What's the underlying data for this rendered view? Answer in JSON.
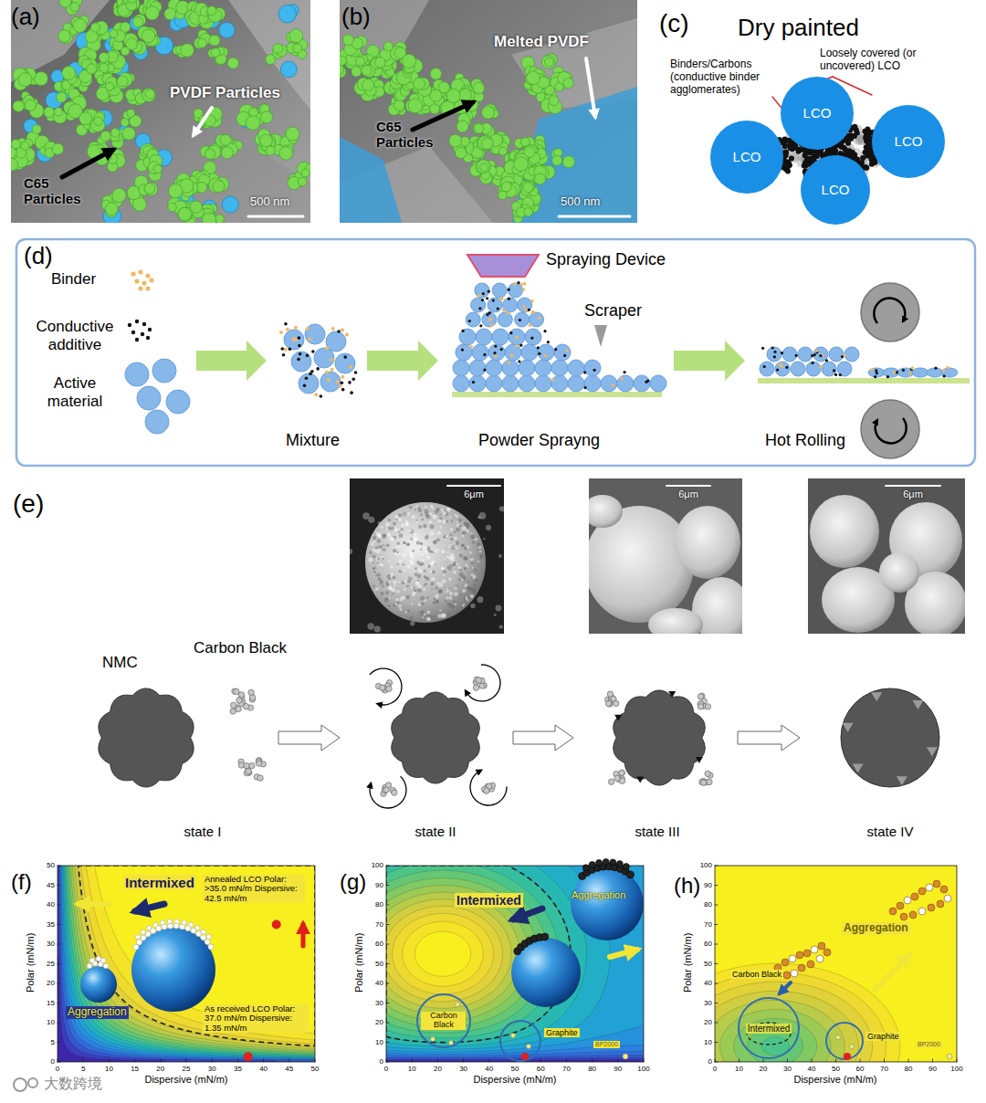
{
  "diagram": {
    "nodes": [
      {
        "text": [
          "LCO"
        ]
      },
      {
        "text": [
          "LCO"
        ]
      },
      {
        "text": [
          "LCO"
        ]
      },
      {
        "text": [
          "LCO"
        ]
      },
      {
        "text": [
          "Carbon Black"
        ]
      },
      {
        "text": [
          "Intermixed"
        ]
      }
    ],
    "labels": [
      "(a)",
      "PVDF Particles",
      "C65 Particles",
      "500 nm",
      "(b)",
      "Melted PVDF",
      "C65 Particles",
      "500 nm",
      "(c)",
      "Dry painted",
      "Binders/Carbons (conductive binder agglomerates)",
      "Loosely covered (or uncovered) LCO",
      "(d)",
      "Binder",
      "Conductive additive",
      "Active material",
      "Mixture",
      "Spraying Device",
      "Scraper",
      "Powder Sprayng",
      "Hot Rolling",
      "(e)",
      "6μm",
      "6μm",
      "6μm",
      "NMC",
      "Carbon Black",
      "state I",
      "state II",
      "state III",
      "state IV",
      "(f)",
      "Intermixed",
      "Annealed LCO Polar: >35.0 mN/m Dispersive: 42.5 mN/m",
      "As received LCO Polar: 37.0 mN/m Dispersive: 1.35 mN/m",
      "Aggregation",
      "Polar (mN/m)",
      "Dispersive (mN/m)",
      "0",
      "5",
      "10",
      "15",
      "20",
      "25",
      "30",
      "35",
      "40",
      "45",
      "50",
      "0",
      "5",
      "10",
      "15",
      "20",
      "25",
      "30",
      "35",
      "40",
      "45",
      "50",
      "(g)",
      "Intermixed",
      "Aggregation",
      "Graphite",
      "BP2000",
      "Polar (mN/m)",
      "Dispersive (mN/m)",
      "0",
      "10",
      "20",
      "30",
      "40",
      "50",
      "60",
      "70",
      "80",
      "90",
      "100",
      "0",
      "10",
      "20",
      "30",
      "40",
      "50",
      "60",
      "70",
      "80",
      "90",
      "100",
      "(h)",
      "Aggregation",
      "Carbon Black",
      "Graphite",
      "BP2000",
      "Polar (mN/m)",
      "Dispersive (mN/m)",
      "0",
      "10",
      "20",
      "30",
      "40",
      "50",
      "60",
      "70",
      "80",
      "90",
      "100",
      "0",
      "10",
      "20",
      "30",
      "40",
      "50",
      "60",
      "70",
      "80",
      "90",
      "100",
      "大数跨境"
    ]
  }
}
